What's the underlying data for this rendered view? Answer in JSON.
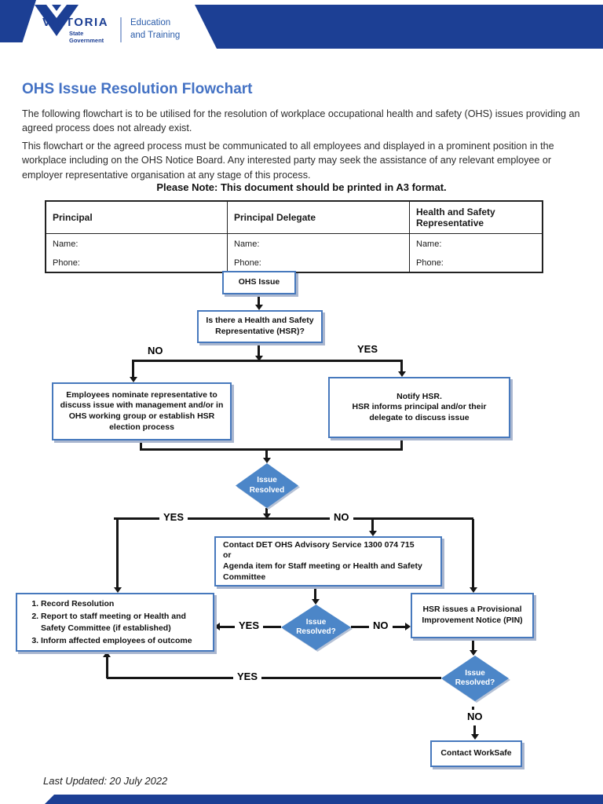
{
  "header": {
    "brand": "VICTORIA",
    "brand_sub1": "State",
    "brand_sub2": "Government",
    "dept_line1": "Education",
    "dept_line2": "and Training"
  },
  "title": "OHS Issue Resolution Flowchart",
  "intro": {
    "p1": "The following flowchart is to be utilised for the resolution of workplace occupational health and safety (OHS) issues providing an agreed process does not already exist.",
    "p2": "This flowchart or the agreed process must be communicated to all employees and displayed in a prominent position in the workplace including on the OHS Notice Board. Any interested party may seek the assistance of any relevant employee or employer representative organisation at any stage of this process."
  },
  "note": "Please Note: This document should be printed in A3 format.",
  "contacts_table": {
    "columns": [
      {
        "header": "Principal",
        "name_label": "Name:",
        "phone_label": "Phone:"
      },
      {
        "header": "Principal Delegate",
        "name_label": "Name:",
        "phone_label": "Phone:"
      },
      {
        "header": "Health and Safety Representative",
        "name_label": "Name:",
        "phone_label": "Phone:"
      }
    ]
  },
  "flowchart": {
    "nodes": {
      "ohs_issue": "OHS Issue",
      "hsr_question": "Is there a Health and Safety Representative (HSR)?",
      "employees_nominate": "Employees nominate representative to discuss issue with management and/or in OHS working group or establish HSR election process",
      "notify_hsr_line1": "Notify HSR.",
      "notify_hsr_line2": "HSR informs principal and/or their delegate to discuss issue",
      "issue_resolved_1": "Issue Resolved",
      "contact_det_line1": "Contact DET OHS Advisory Service 1300 074 715",
      "contact_det_line2": "or",
      "contact_det_line3": "Agenda item for Staff meeting or Health and Safety Committee",
      "record_items": [
        "Record Resolution",
        "Report to staff meeting or Health and Safety Committee (if established)",
        "Inform affected employees of outcome"
      ],
      "issue_resolved_2": "Issue Resolved?",
      "pin_box": "HSR issues a Provisional Improvement Notice (PIN)",
      "issue_resolved_3": "Issue Resolved?",
      "contact_worksafe": "Contact WorkSafe"
    },
    "labels": {
      "yes": "YES",
      "no": "NO"
    }
  },
  "footer": {
    "last_updated": "Last Updated: 20 July 2022"
  },
  "colors": {
    "brand_blue": "#1c3f94",
    "title_blue": "#4472c4",
    "box_border_blue": "#4779bd",
    "diamond_blue": "#4c86c8",
    "line_black": "#161616"
  }
}
